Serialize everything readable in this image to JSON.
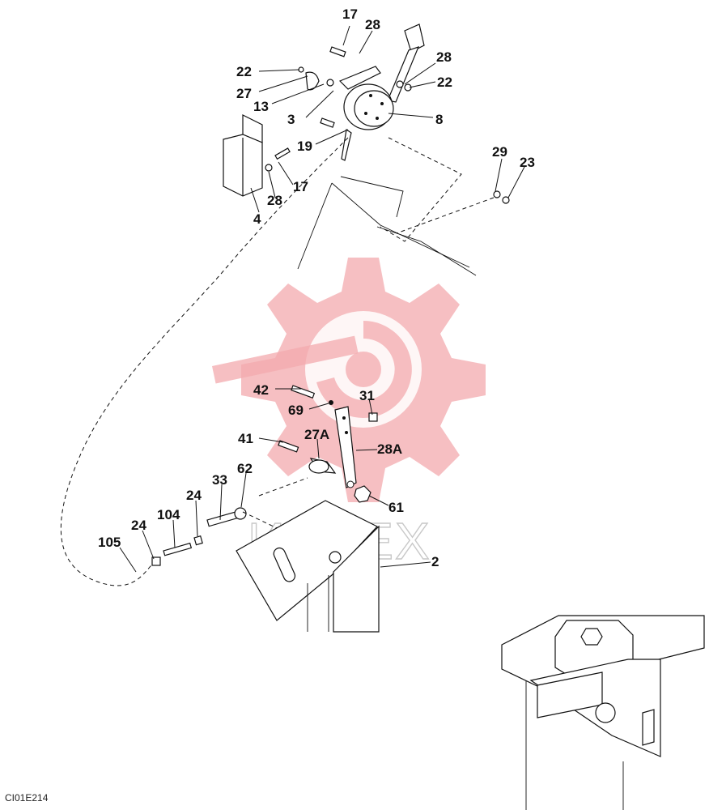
{
  "diagram_code": "CI01E214",
  "watermark_text": "ИНТЕХ",
  "callouts": {
    "c17a": "17",
    "c28a": "28",
    "c22a": "22",
    "c27": "27",
    "c13": "13",
    "c3": "3",
    "c28b": "28",
    "c22b": "22",
    "c8": "8",
    "c19": "19",
    "c17b": "17",
    "c28c": "28",
    "c4": "4",
    "c29": "29",
    "c23": "23",
    "c42": "42",
    "c69": "69",
    "c31": "31",
    "c41": "41",
    "c27A": "27A",
    "c28A": "28A",
    "c33": "33",
    "c62": "62",
    "c24a": "24",
    "c104": "104",
    "c24b": "24",
    "c105": "105",
    "c61": "61",
    "c2": "2"
  }
}
